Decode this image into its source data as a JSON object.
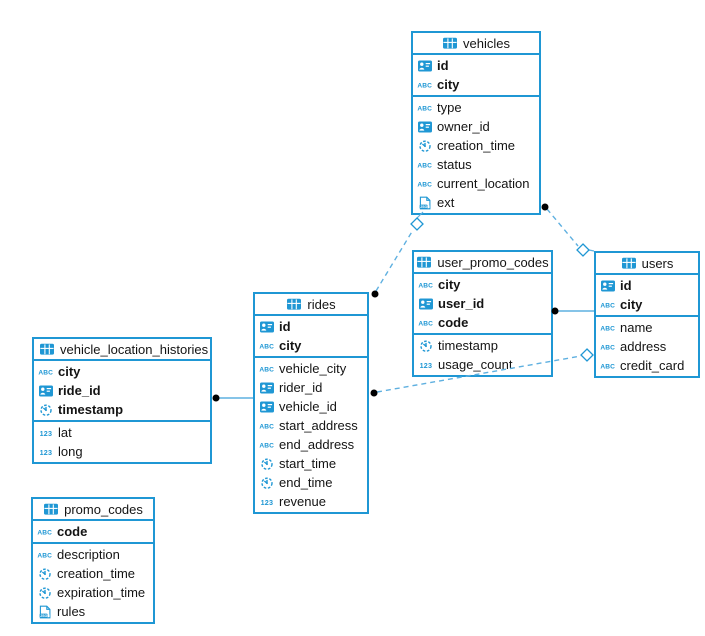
{
  "diagram": {
    "kind": "database-er-diagram",
    "colors": {
      "accent_blue": "#1f97d4",
      "relation_line_blue": "#5fb0e0",
      "endpoint_dot": "#000000",
      "background": "#ffffff",
      "text": "#141414"
    },
    "tables": [
      {
        "name": "vehicles",
        "key_columns": [
          {
            "name": "id",
            "type": "uuid"
          },
          {
            "name": "city",
            "type": "text"
          }
        ],
        "columns": [
          {
            "name": "type",
            "type": "text"
          },
          {
            "name": "owner_id",
            "type": "uuid"
          },
          {
            "name": "creation_time",
            "type": "time"
          },
          {
            "name": "status",
            "type": "text"
          },
          {
            "name": "current_location",
            "type": "text"
          },
          {
            "name": "ext",
            "type": "json"
          }
        ]
      },
      {
        "name": "user_promo_codes",
        "key_columns": [
          {
            "name": "city",
            "type": "text"
          },
          {
            "name": "user_id",
            "type": "uuid"
          },
          {
            "name": "code",
            "type": "text"
          }
        ],
        "columns": [
          {
            "name": "timestamp",
            "type": "time"
          },
          {
            "name": "usage_count",
            "type": "number"
          }
        ]
      },
      {
        "name": "users",
        "key_columns": [
          {
            "name": "id",
            "type": "uuid"
          },
          {
            "name": "city",
            "type": "text"
          }
        ],
        "columns": [
          {
            "name": "name",
            "type": "text"
          },
          {
            "name": "address",
            "type": "text"
          },
          {
            "name": "credit_card",
            "type": "text"
          }
        ]
      },
      {
        "name": "rides",
        "key_columns": [
          {
            "name": "id",
            "type": "uuid"
          },
          {
            "name": "city",
            "type": "text"
          }
        ],
        "columns": [
          {
            "name": "vehicle_city",
            "type": "text"
          },
          {
            "name": "rider_id",
            "type": "uuid"
          },
          {
            "name": "vehicle_id",
            "type": "uuid"
          },
          {
            "name": "start_address",
            "type": "text"
          },
          {
            "name": "end_address",
            "type": "text"
          },
          {
            "name": "start_time",
            "type": "time"
          },
          {
            "name": "end_time",
            "type": "time"
          },
          {
            "name": "revenue",
            "type": "number"
          }
        ]
      },
      {
        "name": "vehicle_location_histories",
        "key_columns": [
          {
            "name": "city",
            "type": "text"
          },
          {
            "name": "ride_id",
            "type": "uuid"
          },
          {
            "name": "timestamp",
            "type": "time"
          }
        ],
        "columns": [
          {
            "name": "lat",
            "type": "number"
          },
          {
            "name": "long",
            "type": "number"
          }
        ]
      },
      {
        "name": "promo_codes",
        "key_columns": [
          {
            "name": "code",
            "type": "text"
          }
        ],
        "columns": [
          {
            "name": "description",
            "type": "text"
          },
          {
            "name": "creation_time",
            "type": "time"
          },
          {
            "name": "expiration_time",
            "type": "time"
          },
          {
            "name": "rules",
            "type": "json"
          }
        ]
      }
    ],
    "relations": [
      {
        "from": "rides",
        "to": "vehicles",
        "from_marker": "dot",
        "to_marker": "diamond",
        "style": "dashed"
      },
      {
        "from": "vehicles",
        "to": "users",
        "from_marker": "dot",
        "to_marker": "diamond",
        "style": "dashed"
      },
      {
        "from": "rides",
        "to": "users",
        "from_marker": "dot",
        "to_marker": "diamond",
        "style": "dashed"
      },
      {
        "from": "user_promo_codes",
        "to": "users",
        "from_marker": "dot",
        "to_marker": "none",
        "style": "solid"
      },
      {
        "from": "vehicle_location_histories",
        "to": "rides",
        "from_marker": "dot",
        "to_marker": "none",
        "style": "solid"
      }
    ]
  }
}
